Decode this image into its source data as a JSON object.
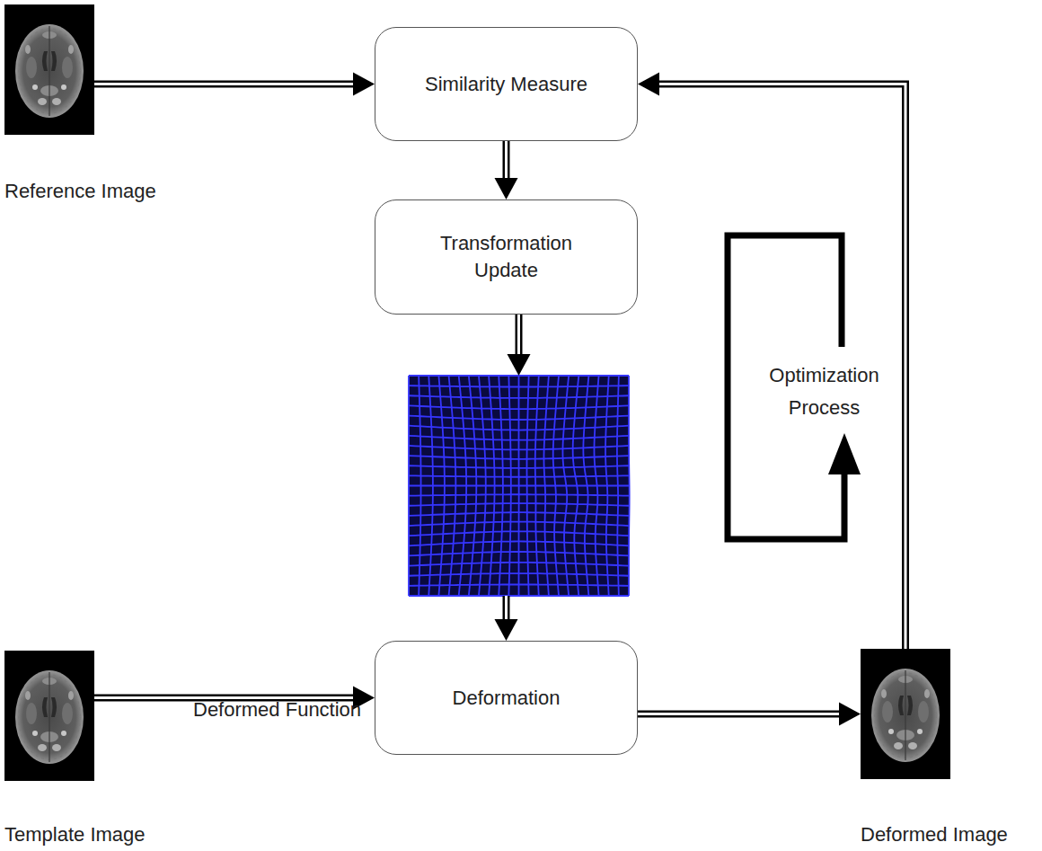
{
  "diagram": {
    "nodes": [
      {
        "text": [
          "Reference Image"
        ]
      },
      {
        "text": [
          "Similarity Measure"
        ]
      },
      {
        "text": [
          "Transformation Update"
        ]
      },
      {
        "text": [
          "Deformed Function"
        ]
      },
      {
        "text": [
          "Template Image"
        ]
      },
      {
        "text": [
          "Deformation"
        ]
      },
      {
        "text": [
          "Deformed Image"
        ]
      }
    ],
    "edges": [
      {
        "from": 0,
        "to": 1,
        "arrow": "to"
      },
      {
        "from": 1,
        "to": 2,
        "arrow": "to"
      },
      {
        "from": 2,
        "to": 3,
        "arrow": "to"
      },
      {
        "from": 3,
        "to": 5,
        "arrow": "to"
      },
      {
        "from": 4,
        "to": 5,
        "arrow": "to"
      },
      {
        "from": 5,
        "to": 6,
        "arrow": "to"
      },
      {
        "from": 6,
        "to": 1,
        "arrow": "to"
      }
    ],
    "labels": [
      "Optimization Process"
    ]
  }
}
